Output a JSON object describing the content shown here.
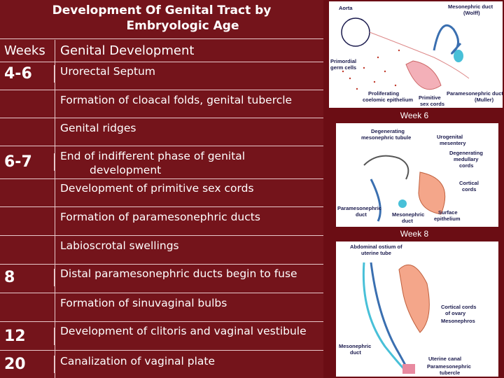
{
  "title_line1": "Development Of Genital Tract by",
  "title_line2": "Embryologic Age",
  "headers": {
    "weeks": "Weeks",
    "development": "Genital Development"
  },
  "rows": [
    {
      "week": "4-6",
      "text": "Urorectal Septum"
    },
    {
      "week": "",
      "text": "Formation of cloacal folds, genital tubercle"
    },
    {
      "week": "",
      "text": "Genital ridges"
    },
    {
      "week": "6-7",
      "text": "End of indifferent phase of genital",
      "text2": "development"
    },
    {
      "week": "",
      "text": "Development of primitive sex cords"
    },
    {
      "week": "",
      "text": "Formation of paramesonephric ducts"
    },
    {
      "week": "",
      "text": "Labioscrotal swellings"
    },
    {
      "week": "8",
      "text": "Distal paramesonephric ducts begin to fuse"
    },
    {
      "week": "",
      "text": "Formation of sinuvaginal bulbs"
    },
    {
      "week": "12",
      "text": "Development of clitoris and vaginal vestibule"
    },
    {
      "week": "20",
      "text": "Canalization of vaginal plate"
    }
  ],
  "figures": {
    "fig1": {
      "aorta": "Aorta",
      "mesonephric_duct": "Mesonephric duct",
      "wolff": "(Wolff)",
      "primordial_germ_cells": "Primordial",
      "germ_cells": "germ cells",
      "proliferating": "Proliferating",
      "coelomic_epithelium": "coelomic epithelium",
      "primitive": "Primitive",
      "sex_cords": "sex cords",
      "paramesonephric_duct": "Paramesonephric duct",
      "muller": "(Muller)"
    },
    "caption_week6": "Week 6",
    "fig2": {
      "degenerating_tubule_1": "Degenerating",
      "degenerating_tubule_2": "mesonephric tubule",
      "urogenital_1": "Urogenital",
      "urogenital_2": "mesentery",
      "degenerating_cords_1": "Degenerating",
      "degenerating_cords_2": "medullary",
      "degenerating_cords_3": "cords",
      "cortical_1": "Cortical",
      "cortical_2": "cords",
      "paramesonephric_1": "Paramesonephric",
      "paramesonephric_2": "duct",
      "mesonephric_1": "Mesonephric",
      "mesonephric_2": "duct",
      "surface_1": "Surface",
      "surface_2": "epithelium"
    },
    "caption_week8": "Week 8",
    "fig3": {
      "abdominal_1": "Abdominal ostium of",
      "abdominal_2": "uterine tube",
      "cortical_1": "Cortical cords",
      "cortical_2": "of ovary",
      "mesonephros": "Mesonephros",
      "mesonephric_1": "Mesonephric",
      "mesonephric_2": "duct",
      "uterine_canal": "Uterine canal",
      "paramesonephric_1": "Paramesonephric",
      "paramesonephric_2": "tubercle"
    }
  }
}
